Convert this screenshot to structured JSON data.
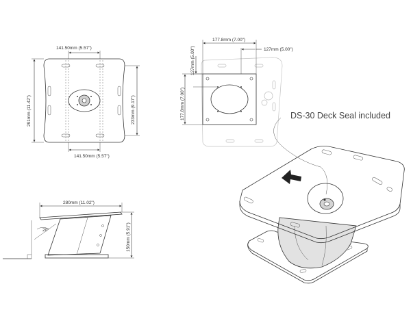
{
  "top_view": {
    "dim_top_width": "141.50mm (5.57\")",
    "dim_bottom_width": "141.50mm (5.57\")",
    "dim_left_height": "291mm (11.42\")",
    "dim_right_height": "233mm (9.17\")"
  },
  "side_view": {
    "dim_width": "280mm (11.02\")",
    "dim_height": "150mm (5.91\")",
    "angle": "20°"
  },
  "base_view": {
    "dim_top_width": "177.8mm (7.00\")",
    "dim_offset": "127mm (5.00\")",
    "dim_left_small": "127mm (5.00\")",
    "dim_left_large": "177.8mm (7.00\")"
  },
  "callout": {
    "label": "DS-30 Deck Seal included"
  }
}
